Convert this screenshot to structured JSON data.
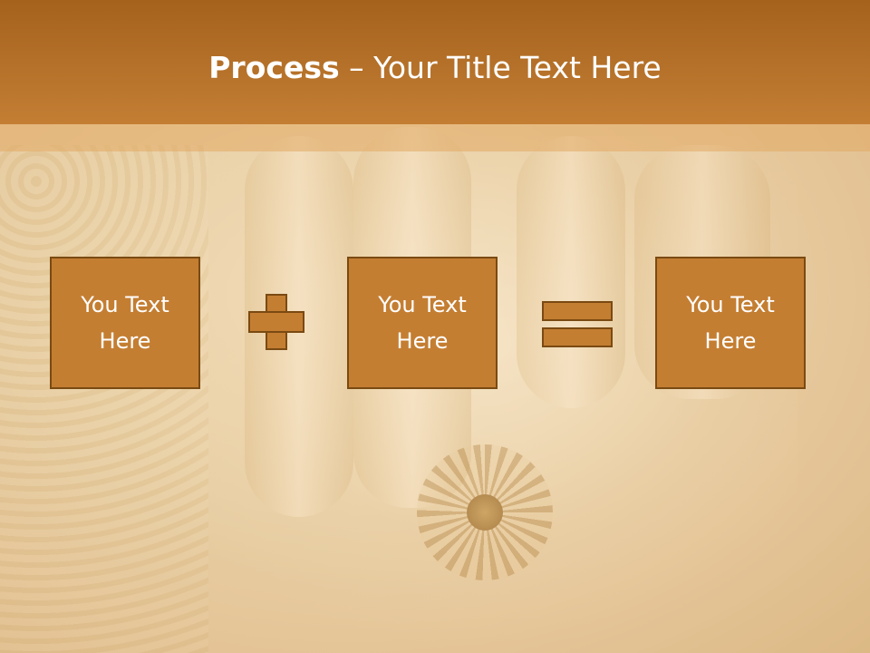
{
  "slide": {
    "title_bold": "Process",
    "title_rest": " – Your Title Text Here"
  },
  "boxes": [
    {
      "text": "You Text Here"
    },
    {
      "text": "You Text Here"
    },
    {
      "text": "You Text Here"
    }
  ],
  "operators": [
    "plus-icon",
    "equals-icon"
  ],
  "colors": {
    "header": "#b86f25",
    "box_fill": "#c47e32",
    "box_border": "#7a4a12",
    "text": "#ffffff"
  }
}
